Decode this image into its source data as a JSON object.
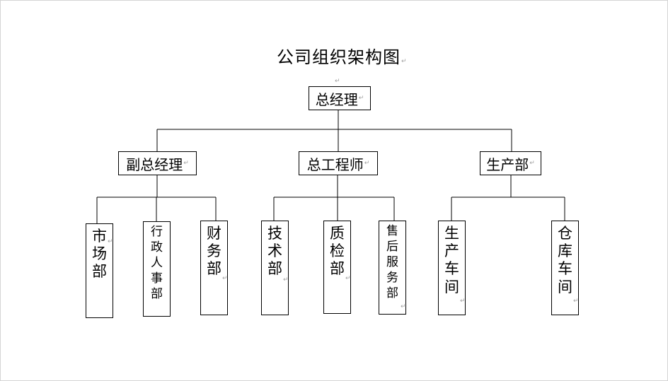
{
  "diagram": {
    "title": "公司组织架构图",
    "root": "总经理",
    "level2": [
      "副总经理",
      "总工程师",
      "生产部"
    ],
    "departments": {
      "vice_gm": [
        "市场部",
        "行政人事部",
        "财务部"
      ],
      "chief_engineer": [
        "技术部",
        "质检部",
        "售后服务部"
      ],
      "production": [
        "生产车间",
        "仓库车间"
      ]
    },
    "paragraph_mark": "↵"
  }
}
